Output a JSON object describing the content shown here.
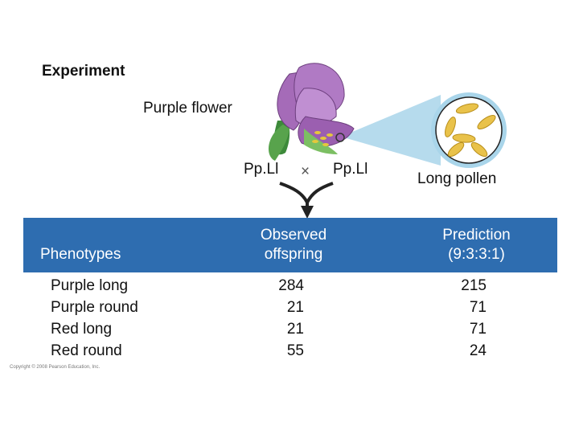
{
  "title": "Experiment",
  "flower_label": "Purple flower",
  "cross": {
    "parent_left": "Pp.Ll",
    "symbol": "×",
    "parent_right": "Pp.Ll"
  },
  "pollen_label": "Long pollen",
  "table": {
    "headers": {
      "phenotypes": "Phenotypes",
      "observed_line1": "Observed",
      "observed_line2": "offspring",
      "prediction_line1": "Prediction",
      "prediction_line2": "(9:3:3:1)"
    },
    "rows": [
      {
        "phenotype": "Purple long",
        "observed": "284",
        "predicted": "215"
      },
      {
        "phenotype": "Purple round",
        "observed": "21",
        "predicted": "71"
      },
      {
        "phenotype": "Red long",
        "observed": "21",
        "predicted": "71"
      },
      {
        "phenotype": "Red round",
        "observed": "55",
        "predicted": "24"
      }
    ]
  },
  "copyright": "Copyright © 2008 Pearson Education, Inc.",
  "colors": {
    "band": "#2e6db0",
    "petal": "#b07ac4",
    "pollen": "#e9c24a",
    "magnifier": "#a9d5ea"
  }
}
